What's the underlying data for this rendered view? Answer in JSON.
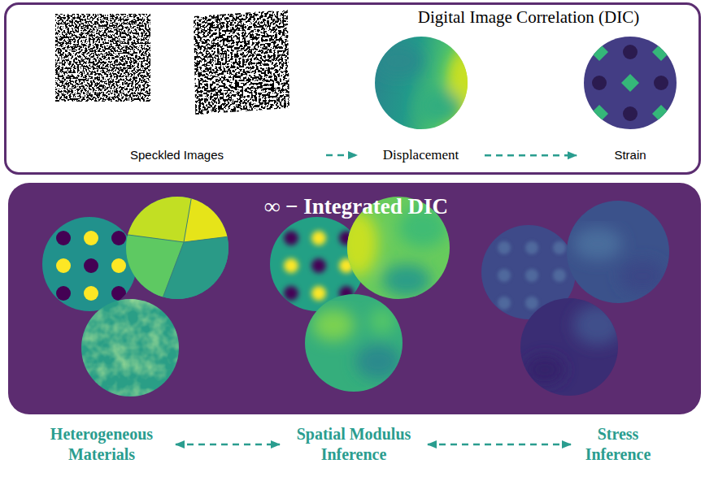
{
  "diagram": {
    "nodes": [
      {
        "text": [
          "Digital Image Correlation (DIC)"
        ]
      },
      {
        "text": [
          "Speckled Images"
        ],
        "in": 0
      },
      {
        "text": [
          "Displacement"
        ],
        "in": 0
      },
      {
        "text": [
          "Strain"
        ],
        "in": 0
      },
      {
        "text": [
          "∞ − Integrated DIC"
        ]
      },
      {
        "text": [
          "Heterogeneous Materials"
        ]
      },
      {
        "text": [
          "Spatial Modulus Inference"
        ]
      },
      {
        "text": [
          "Stress Inference"
        ]
      }
    ],
    "edges": [
      {
        "from": 1,
        "to": 2,
        "arrow": "to"
      },
      {
        "from": 2,
        "to": 3,
        "arrow": "to"
      },
      {
        "from": 5,
        "to": 6,
        "arrow": "both"
      },
      {
        "from": 6,
        "to": 7,
        "arrow": "both"
      }
    ]
  }
}
